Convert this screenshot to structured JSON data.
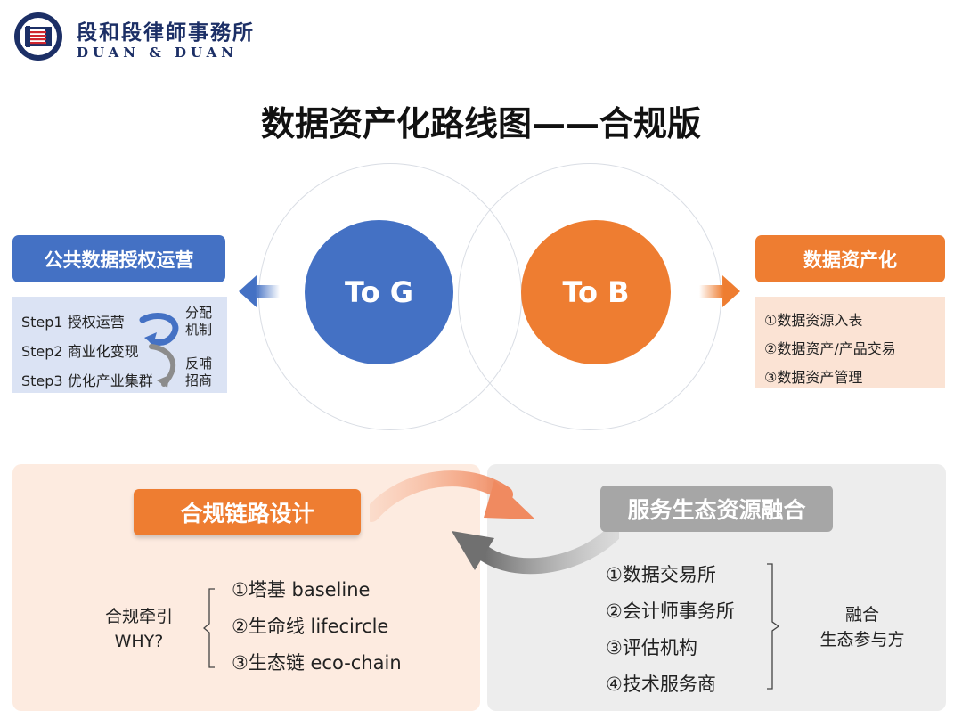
{
  "logo": {
    "name_cn": "段和段律師事務所",
    "name_en": "DUAN & DUAN",
    "colors": {
      "navy": "#1c2f66",
      "red": "#d0262f"
    }
  },
  "title": "数据资产化路线图——合规版",
  "to_g": {
    "circle_label": "To G",
    "header": "公共数据授权运营",
    "steps": [
      "Step1 授权运营",
      "Step2 商业化变现",
      "Step3 优化产业集群"
    ],
    "side_labels": [
      "分配\n机制",
      "反哺\n招商"
    ],
    "color": "#4471c4",
    "panel_color": "#dbe3f4"
  },
  "to_b": {
    "circle_label": "To B",
    "header": "数据资产化",
    "items": [
      "①数据资源入表",
      "②数据资产/产品交易",
      "③数据资产管理"
    ],
    "color": "#ee7d31",
    "panel_color": "#fbe3d4"
  },
  "compliance": {
    "button": "合规链路设计",
    "guide": "合规牵引\nWHY?",
    "items": [
      "①塔基 baseline",
      "②生命线 lifecircle",
      "③生态链 eco-chain"
    ]
  },
  "ecosystem": {
    "button": "服务生态资源融合",
    "items": [
      "①数据交易所",
      "②会计师事务所",
      "③评估机构",
      "④技术服务商"
    ],
    "summary": "融合\n生态参与方"
  }
}
